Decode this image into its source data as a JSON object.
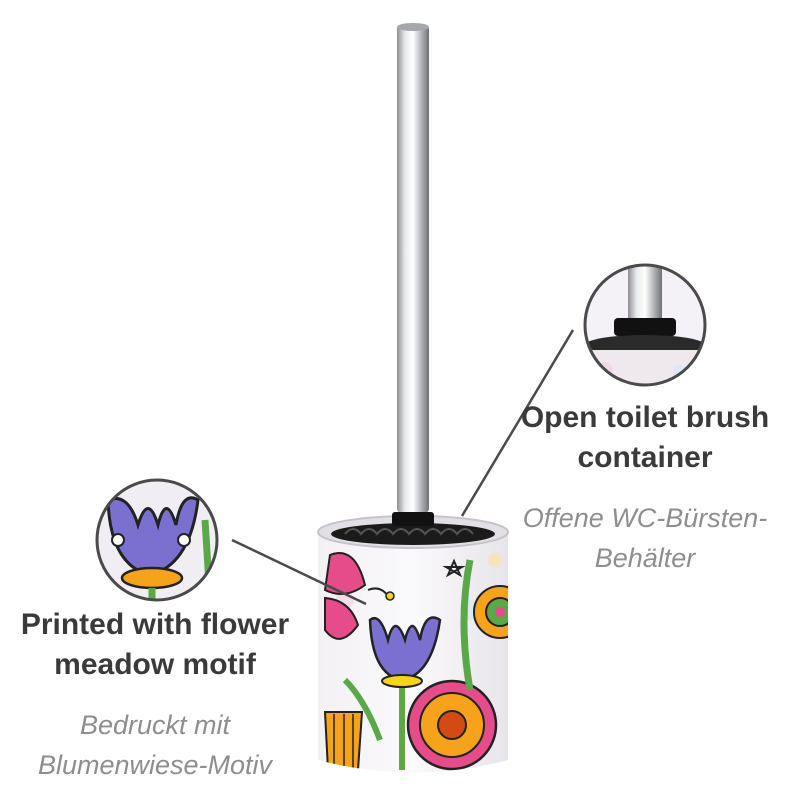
{
  "callouts": {
    "container": {
      "en_line1": "Open toilet brush",
      "en_line2": "container",
      "de_line1": "Offene WC-Bürsten-",
      "de_line2": "Behälter",
      "icon": "brush-container-detail"
    },
    "motif": {
      "en_line1": "Printed with flower",
      "en_line2": "meadow motif",
      "de_line1": "Bedruckt mit",
      "de_line2": "Blumenwiese-Motiv",
      "icon": "flower-motif-detail"
    }
  },
  "colors": {
    "heading": "#3a3a3a",
    "subheading": "#8e8e8e",
    "leader_line": "#4a4a4a",
    "steel": "#c9cacc",
    "flower_purple": "#7b6fd0",
    "flower_orange": "#f6a21a",
    "flower_pink": "#e64b8a",
    "stem_green": "#5aa84a"
  }
}
